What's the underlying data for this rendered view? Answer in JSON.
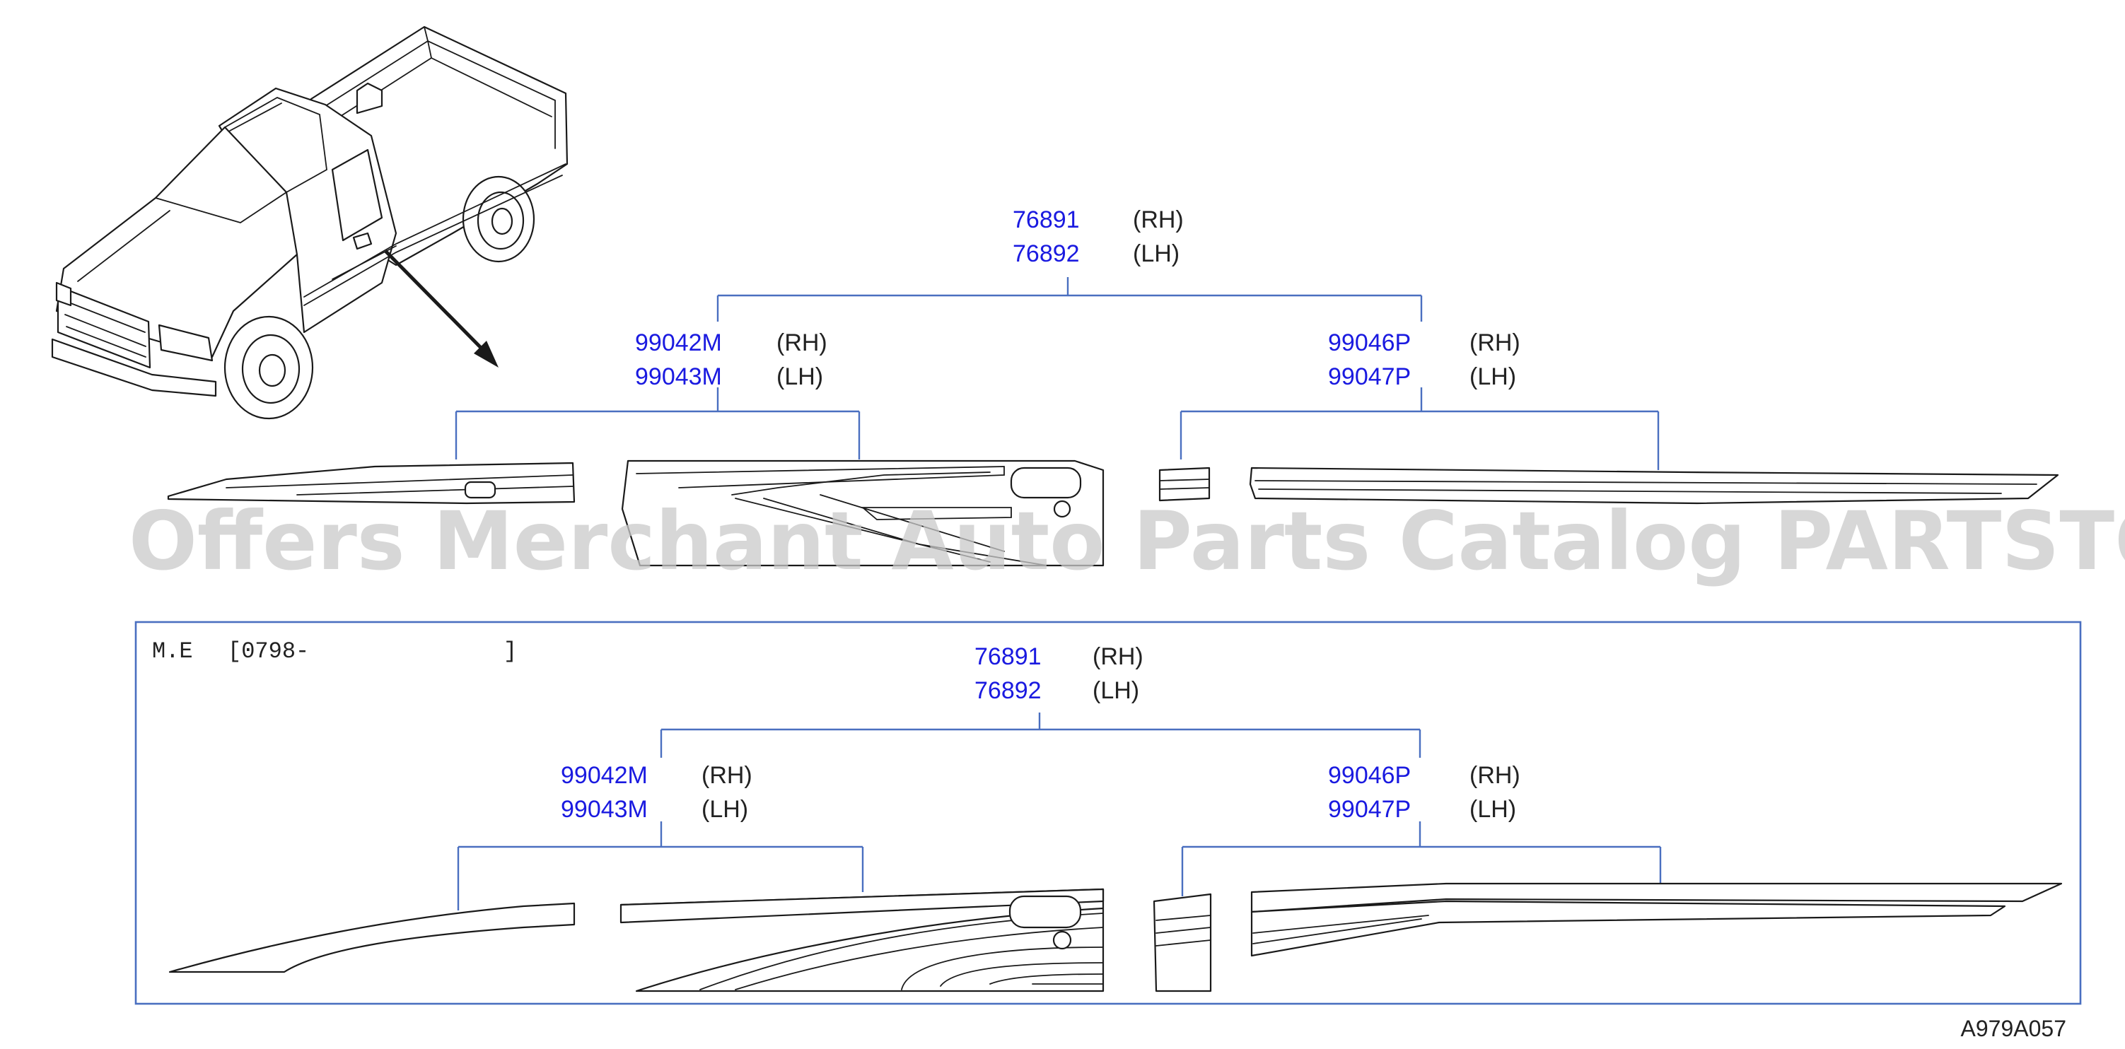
{
  "watermark": "Offers Merchant Auto Parts Catalog PARTSTORE.SA",
  "reference_code": "A979A057",
  "upper": {
    "top": {
      "parts": [
        {
          "num": "76891",
          "side": "(RH)"
        },
        {
          "num": "76892",
          "side": "(LH)"
        }
      ]
    },
    "left": {
      "parts": [
        {
          "num": "99042M",
          "side": "(RH)"
        },
        {
          "num": "99043M",
          "side": "(LH)"
        }
      ]
    },
    "right": {
      "parts": [
        {
          "num": "99046P",
          "side": "(RH)"
        },
        {
          "num": "99047P",
          "side": "(LH)"
        }
      ]
    }
  },
  "lower": {
    "label_prefix": "M.E",
    "label_code": "[0798-",
    "label_close": "]",
    "top": {
      "parts": [
        {
          "num": "76891",
          "side": "(RH)"
        },
        {
          "num": "76892",
          "side": "(LH)"
        }
      ]
    },
    "left": {
      "parts": [
        {
          "num": "99042M",
          "side": "(RH)"
        },
        {
          "num": "99043M",
          "side": "(LH)"
        }
      ]
    },
    "right": {
      "parts": [
        {
          "num": "99046P",
          "side": "(RH)"
        },
        {
          "num": "99047P",
          "side": "(LH)"
        }
      ]
    }
  },
  "colors": {
    "part_number": "#1a1ae0",
    "leader_line": "#4a6fc0",
    "frame": "#4a6fc0"
  }
}
